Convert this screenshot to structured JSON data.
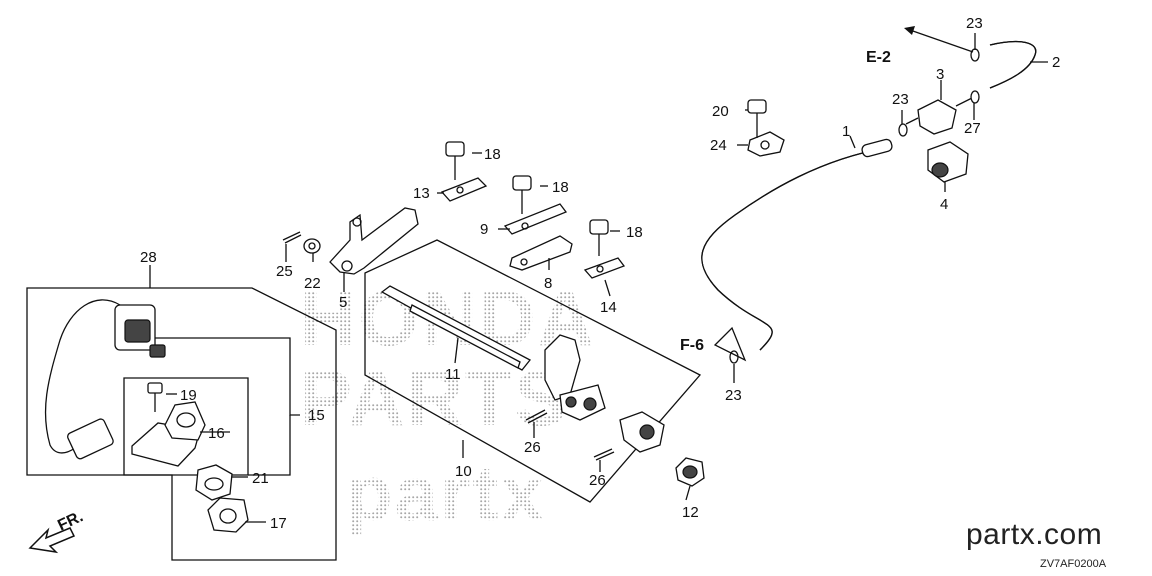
{
  "diagram": {
    "callouts": [
      "1",
      "2",
      "3",
      "4",
      "5",
      "8",
      "9",
      "10",
      "11",
      "12",
      "13",
      "14",
      "15",
      "16",
      "17",
      "18",
      "18",
      "18",
      "19",
      "20",
      "21",
      "22",
      "23",
      "23",
      "23",
      "24",
      "25",
      "26",
      "26",
      "27",
      "28"
    ],
    "refs": [
      "E-2",
      "F-6",
      "FR."
    ],
    "watermark_lines": [
      "HONDA",
      "PARTS",
      "partx"
    ],
    "site": "partx.com",
    "diagram_code": "ZV7AF0200A"
  },
  "colors": {
    "ink": "#111111",
    "watermark": "#9a9a9a",
    "background": "#ffffff"
  }
}
